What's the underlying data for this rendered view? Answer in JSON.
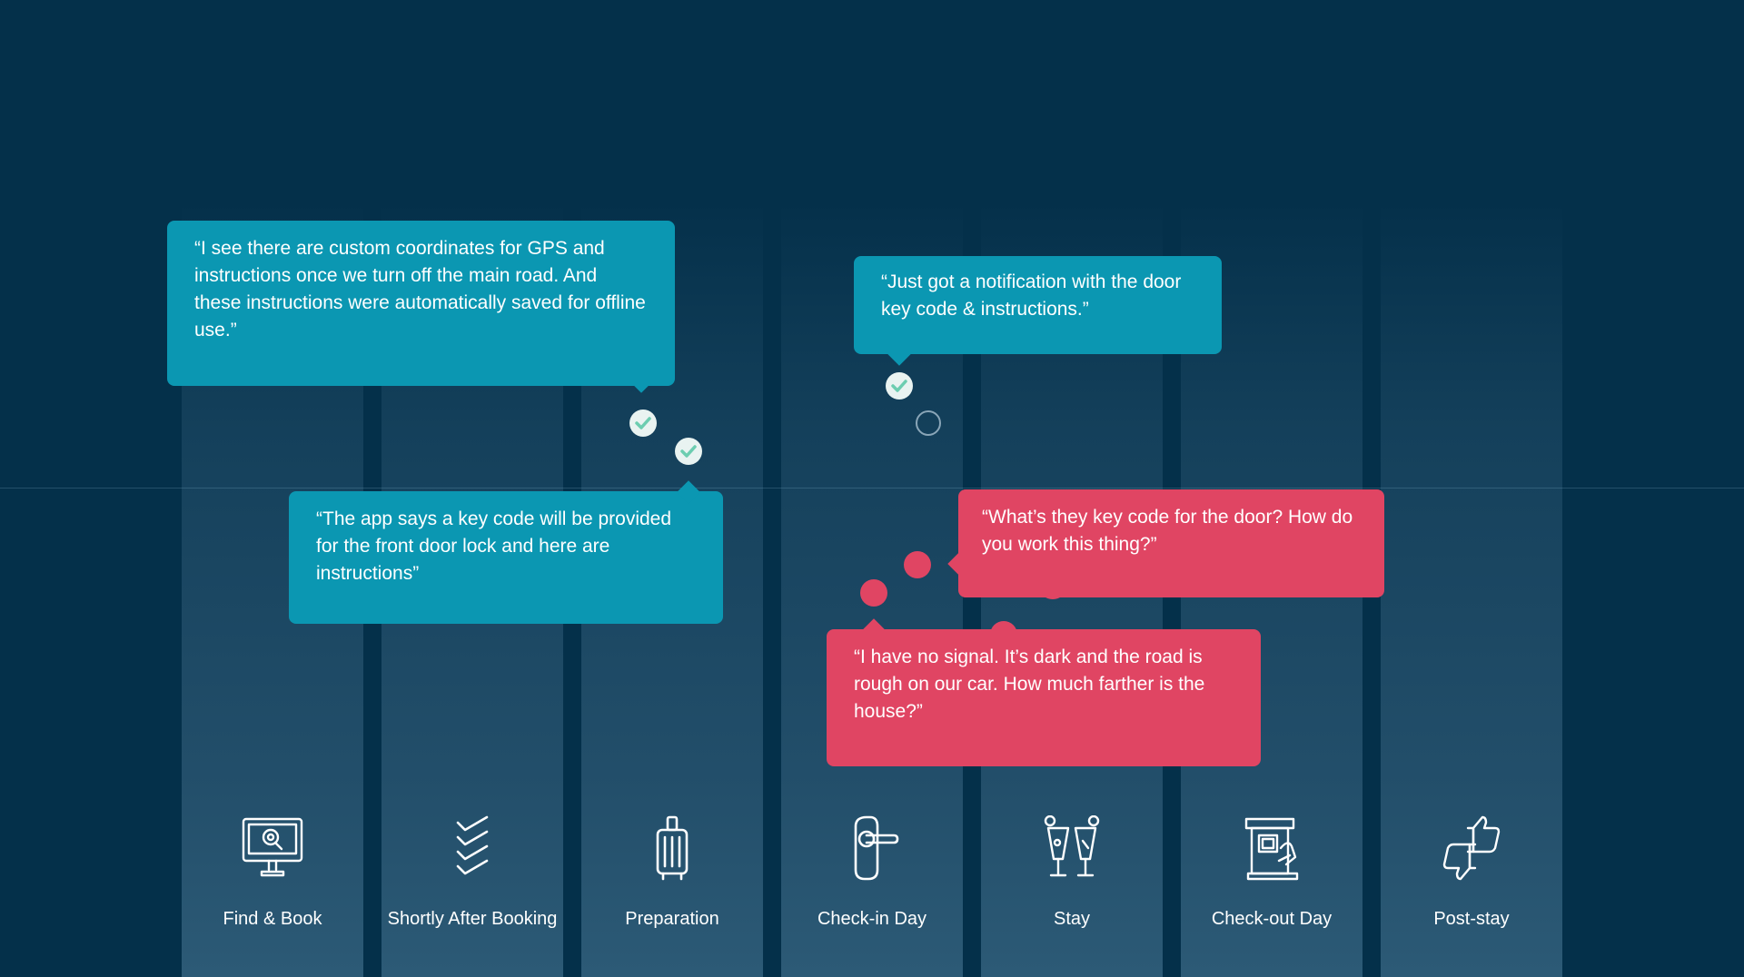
{
  "colors": {
    "background": "#04304a",
    "teal": "#0b97b2",
    "red": "#e04563",
    "check": "#6ccdb0"
  },
  "quotes": [
    {
      "text": "“I see there are custom coordinates for GPS and instructions once we turn off the main road.  And these instructions were automatically saved for offline use.”",
      "tone": "positive"
    },
    {
      "text": "“The app says a key code will be provided for the front door lock and here are instructions”",
      "tone": "positive"
    },
    {
      "text": "“Just got a notification with the door key code & instructions.”",
      "tone": "positive"
    },
    {
      "text": "“What’s they key code for the door?  How do you work this thing?”",
      "tone": "negative"
    },
    {
      "text": "“I have no signal.  It’s dark and the road is rough on our car.  How much farther is the house?”",
      "tone": "negative"
    }
  ],
  "stages": [
    {
      "label": "Find & Book",
      "icon": "computer-search-icon"
    },
    {
      "label": "Shortly After Booking",
      "icon": "checklist-icon"
    },
    {
      "label": "Preparation",
      "icon": "suitcase-icon"
    },
    {
      "label": "Check-in Day",
      "icon": "door-handle-icon"
    },
    {
      "label": "Stay",
      "icon": "cocktails-icon"
    },
    {
      "label": "Check-out Day",
      "icon": "checkout-kiosk-icon"
    },
    {
      "label": "Post-stay",
      "icon": "thumbs-up-down-icon"
    }
  ]
}
